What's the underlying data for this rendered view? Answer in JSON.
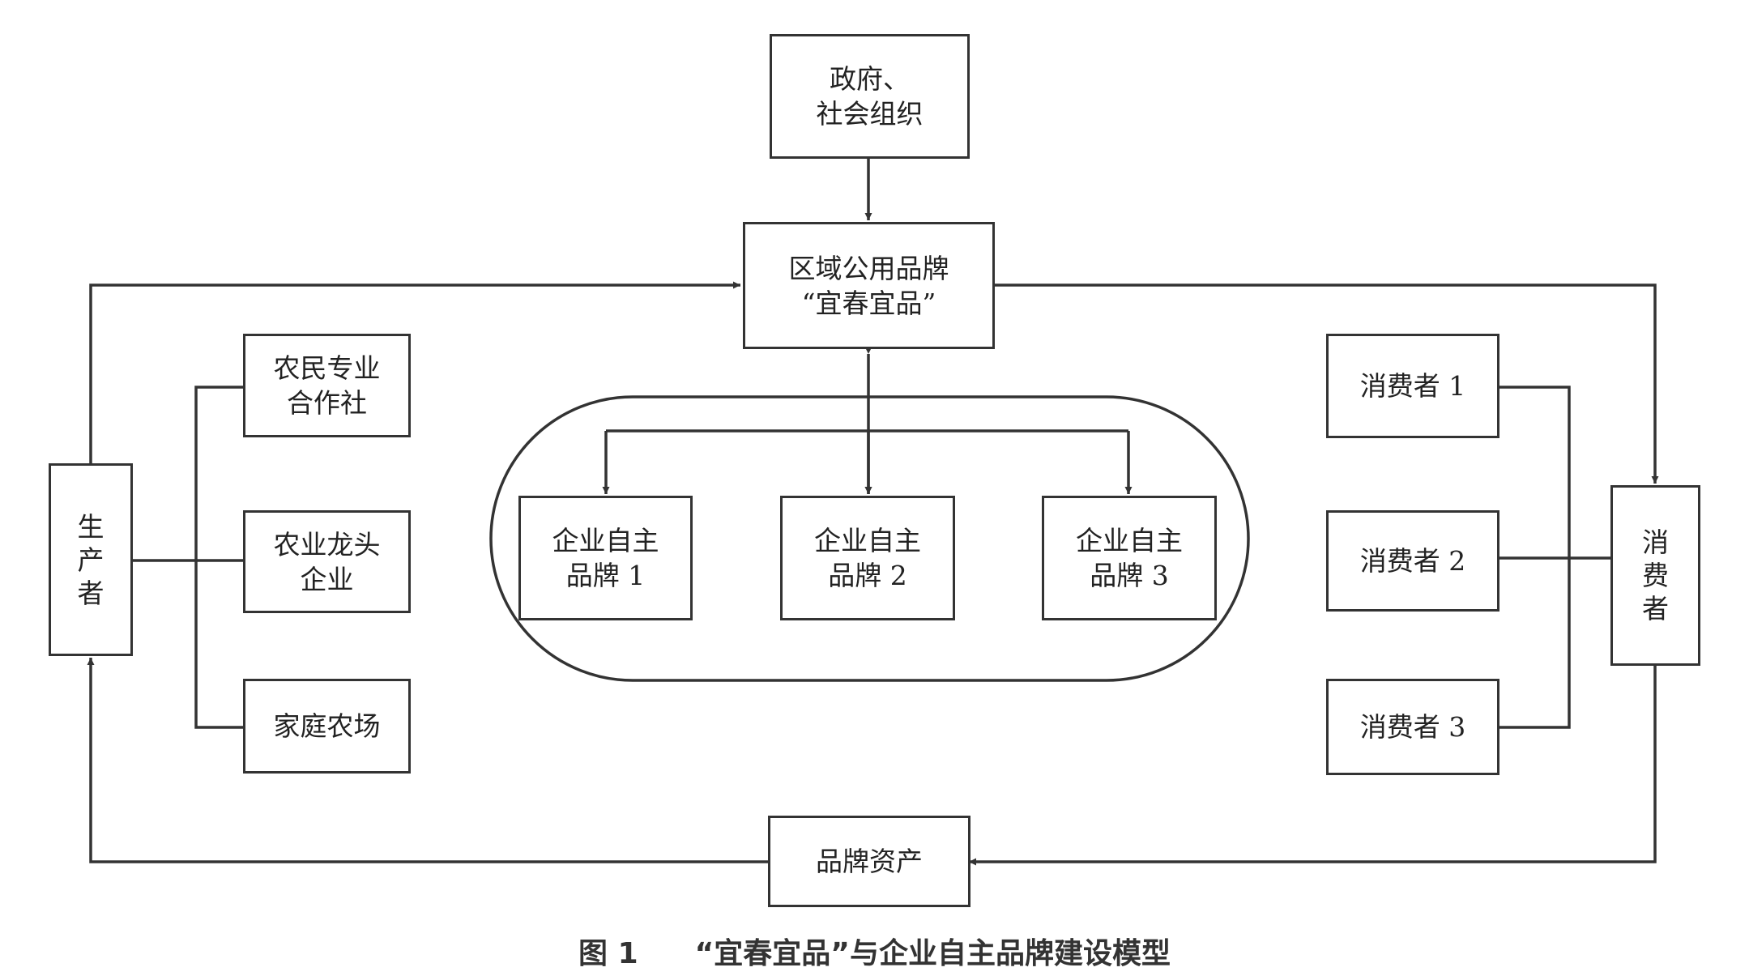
{
  "nodes": {
    "government": {
      "lines": [
        "政府、",
        "社会组织"
      ]
    },
    "regional_brand": {
      "lines": [
        "区域公用品牌",
        "“宜春宜品”"
      ]
    },
    "farmer_coop": {
      "lines": [
        "农民专业",
        "合作社"
      ]
    },
    "agri_leader": {
      "lines": [
        "农业龙头",
        "企业"
      ]
    },
    "family_farm": {
      "lines": [
        "家庭农场"
      ]
    },
    "producer": {
      "lines": [
        "生",
        "产",
        "者"
      ]
    },
    "brand_1": {
      "lines": [
        "企业自主",
        "品牌 1"
      ]
    },
    "brand_2": {
      "lines": [
        "企业自主",
        "品牌 2"
      ]
    },
    "brand_3": {
      "lines": [
        "企业自主",
        "品牌 3"
      ]
    },
    "consumer_1": {
      "lines": [
        "消费者 1"
      ]
    },
    "consumer_2": {
      "lines": [
        "消费者 2"
      ]
    },
    "consumer_3": {
      "lines": [
        "消费者 3"
      ]
    },
    "consumer": {
      "lines": [
        "消",
        "费",
        "者"
      ]
    },
    "brand_assets": {
      "lines": [
        "品牌资产"
      ]
    }
  },
  "caption": {
    "number": "图 1",
    "title": "“宜春宜品”与企业自主品牌建设模型"
  }
}
